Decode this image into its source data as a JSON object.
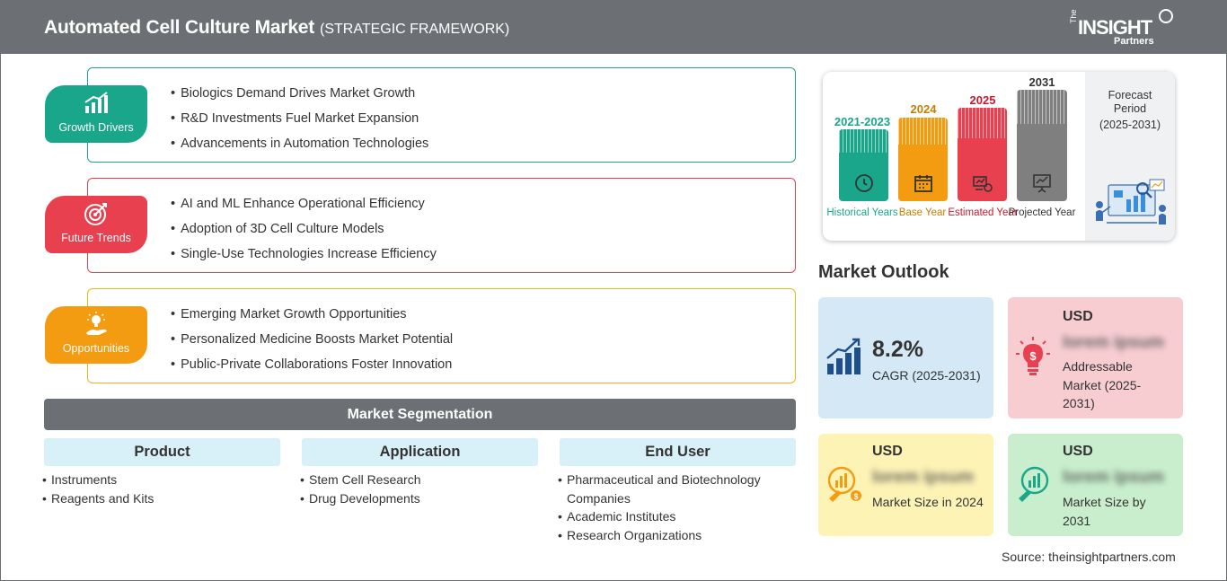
{
  "header": {
    "title": "Automated Cell Culture Market",
    "subtitle": "(STRATEGIC FRAMEWORK)",
    "logo": {
      "the": "The",
      "insight": "INSIGHT",
      "partners": "Partners"
    }
  },
  "framework": [
    {
      "label": "Growth Drivers",
      "color": "#1aa68a",
      "icon": "bar-growth-icon",
      "items": [
        "Biologics Demand Drives Market Growth",
        "R&D Investments Fuel Market Expansion",
        "Advancements in Automation Technologies"
      ]
    },
    {
      "label": "Future Trends",
      "color": "#e8404f",
      "icon": "target-icon",
      "items": [
        "AI and ML Enhance Operational Efficiency",
        "Adoption of 3D Cell Culture Models",
        "Single-Use Technologies Increase Efficiency"
      ]
    },
    {
      "label": "Opportunities",
      "color": "#f39c12",
      "icon": "lightbulb-hand-icon",
      "items": [
        "Emerging Market Growth Opportunities",
        "Personalized Medicine Boosts Market Potential",
        "Public-Private Collaborations Foster Innovation"
      ]
    }
  ],
  "segmentation": {
    "title": "Market Segmentation",
    "columns": [
      {
        "heading": "Product",
        "items": [
          "Instruments",
          "Reagents and Kits"
        ]
      },
      {
        "heading": "Application",
        "items": [
          "Stem Cell Research",
          "Drug Developments"
        ]
      },
      {
        "heading": "End User",
        "items": [
          "Pharmaceutical and Biotechnology Companies",
          "Academic Institutes",
          "Research Organizations"
        ]
      }
    ]
  },
  "timeline": {
    "bars": [
      {
        "year": "2021-2023",
        "label": "Historical Years",
        "color": "#1aa68a",
        "icon": "history-icon"
      },
      {
        "year": "2024",
        "label": "Base Year",
        "color": "#f39c12",
        "icon": "calendar-icon"
      },
      {
        "year": "2025",
        "label": "Estimated Year",
        "color": "#e8404f",
        "icon": "estimate-icon"
      },
      {
        "year": "2031",
        "label": "Projected Year",
        "color": "#7f7f7f",
        "icon": "presentation-icon"
      }
    ],
    "forecast": {
      "title": "Forecast Period",
      "range": "(2025-2031)"
    }
  },
  "outlook": {
    "title": "Market Outlook",
    "cagr": {
      "value": "8.2%",
      "label": "CAGR (2025-2031)"
    },
    "addressable": {
      "usd": "USD",
      "value": "lorem ipsum",
      "label": "Addressable Market (2025-2031)"
    },
    "size2024": {
      "usd": "USD",
      "value": "lorem ipsum",
      "label": "Market Size in 2024"
    },
    "size2031": {
      "usd": "USD",
      "value": "lorem ipsum",
      "label": "Market Size by 2031"
    }
  },
  "source": "Source: theinsightpartners.com"
}
